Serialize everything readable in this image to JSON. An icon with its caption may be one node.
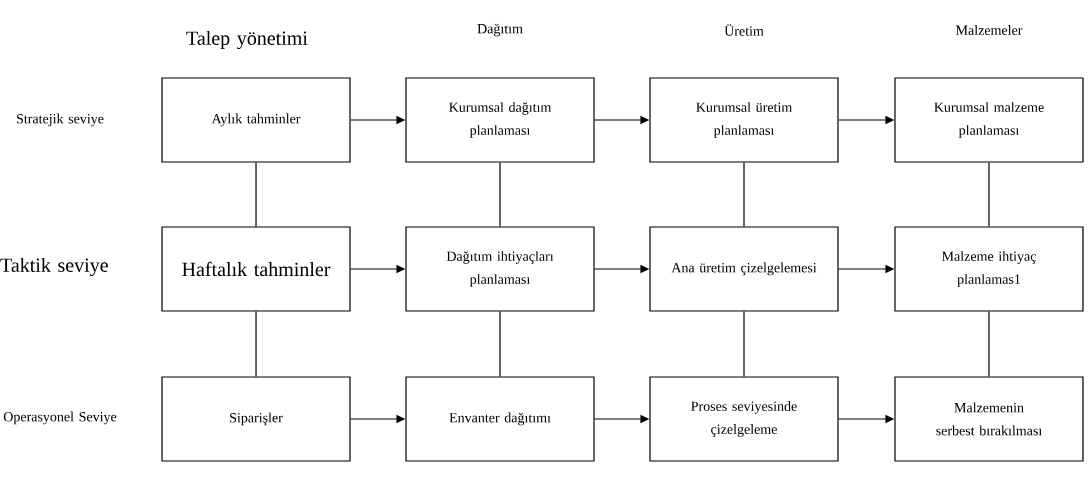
{
  "diagram": {
    "nodes": [
      {
        "text": [
          "Aylık tahminler"
        ]
      },
      {
        "text": [
          "Kurumsal dağıtım planlaması"
        ]
      },
      {
        "text": [
          "Kurumsal üretim planlaması"
        ]
      },
      {
        "text": [
          "Kurumsal malzeme planlaması"
        ]
      },
      {
        "text": [
          "Haftalık tahminler"
        ]
      },
      {
        "text": [
          "Dağıtım ihtiyaçları planlaması"
        ]
      },
      {
        "text": [
          "Ana üretim çizelgelemesi"
        ]
      },
      {
        "text": [
          "Malzeme ihtiyaç planlamas1"
        ]
      },
      {
        "text": [
          "Siparişler"
        ]
      },
      {
        "text": [
          "Envanter dağıtımı"
        ]
      },
      {
        "text": [
          "Proses seviyesinde çizelgeleme"
        ]
      },
      {
        "text": [
          "Malzemenin serbest bırakılması"
        ]
      }
    ],
    "edges": [
      {
        "from": 0,
        "to": 1,
        "arrow": "to"
      },
      {
        "from": 1,
        "to": 2,
        "arrow": "to"
      },
      {
        "from": 2,
        "to": 3,
        "arrow": "to"
      },
      {
        "from": 4,
        "to": 5,
        "arrow": "to"
      },
      {
        "from": 5,
        "to": 6,
        "arrow": "to"
      },
      {
        "from": 6,
        "to": 7,
        "arrow": "to"
      },
      {
        "from": 8,
        "to": 9,
        "arrow": "to"
      },
      {
        "from": 9,
        "to": 10,
        "arrow": "to"
      },
      {
        "from": 10,
        "to": 11,
        "arrow": "to"
      },
      {
        "from": 0,
        "to": 4,
        "arrow": "none"
      },
      {
        "from": 1,
        "to": 5,
        "arrow": "none"
      },
      {
        "from": 2,
        "to": 6,
        "arrow": "none"
      },
      {
        "from": 3,
        "to": 7,
        "arrow": "none"
      },
      {
        "from": 4,
        "to": 8,
        "arrow": "none"
      },
      {
        "from": 5,
        "to": 9,
        "arrow": "none"
      },
      {
        "from": 6,
        "to": 10,
        "arrow": "none"
      },
      {
        "from": 7,
        "to": 11,
        "arrow": "none"
      }
    ],
    "labels": [
      "Talep yönetimi",
      "Dağıtım",
      "Üretim",
      "Malzemeler",
      "Stratejik seviye",
      "Taktik seviye",
      "Operasyonel Seviye"
    ]
  }
}
